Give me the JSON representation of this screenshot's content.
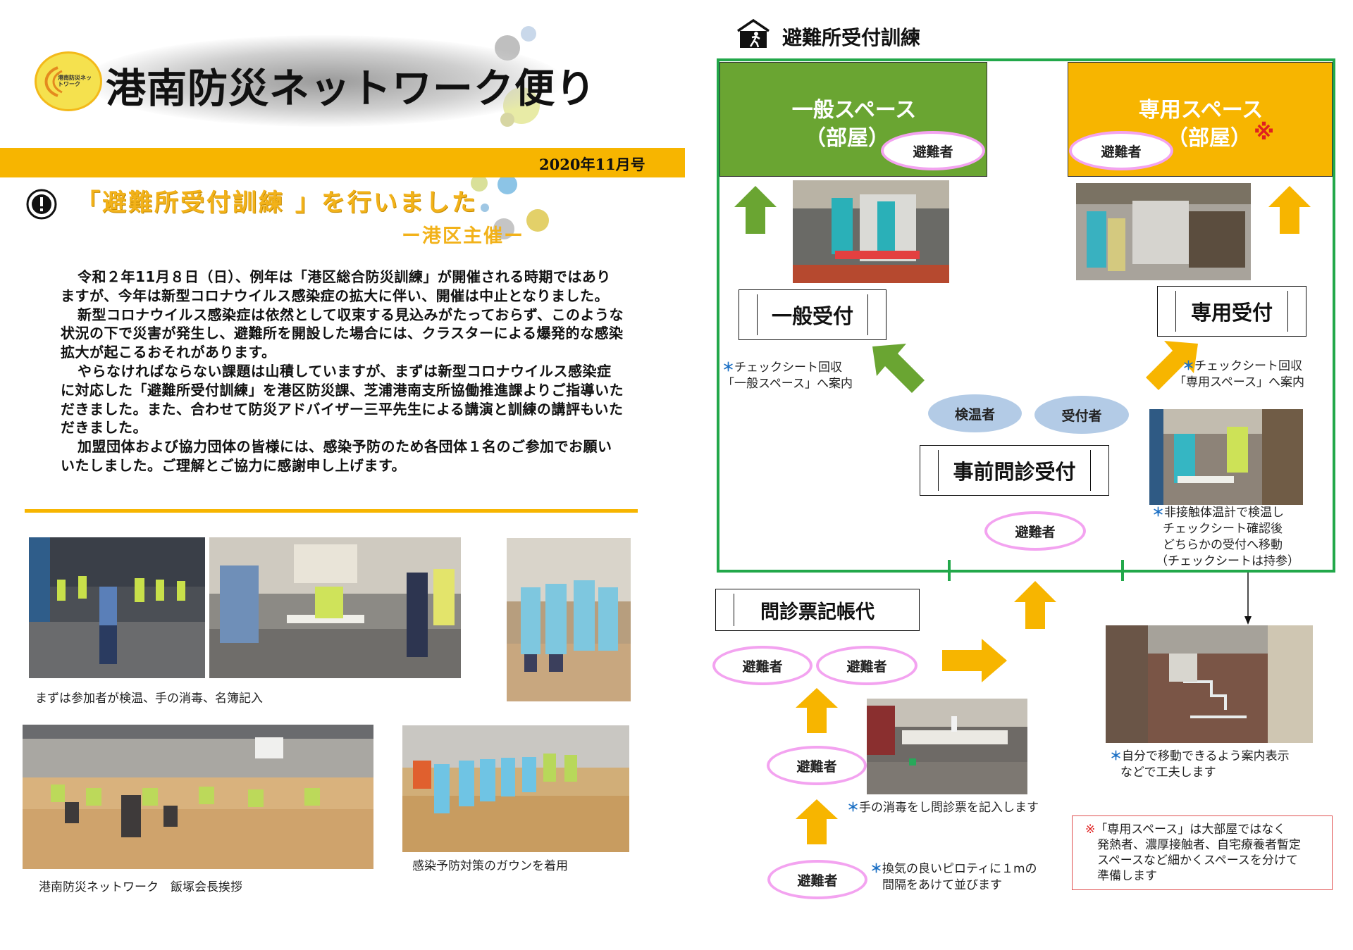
{
  "header": {
    "logo_text": "港南防災ネットワーク",
    "title": "港南防災ネットワーク便り",
    "issue": "2020年11月号"
  },
  "article": {
    "heading": "「避難所受付訓練 」を行いました",
    "subheading": "ー港区主催ー",
    "paragraphs": [
      "令和２年11月８日（日）、例年は「港区総合防災訓練」が開催される時期ではありますが、今年は新型コロナウイルス感染症の拡大に伴い、開催は中止となりました。",
      "新型コロナウイルス感染症は依然として収束する見込みがたっておらず、このような状況の下で災害が発生し、避難所を開設した場合には、クラスターによる爆発的な感染拡大が起こるおそれがあります。",
      "やらなければならない課題は山積していますが、まずは新型コロナウイルス感染症に対応した「避難所受付訓練」を港区防災課、芝浦港南支所協働推進課よりご指導いただきました。また、合わせて防災アドバイザー三平先生による講演と訓練の講評もいただきました。",
      "加盟団体および協力団体の皆様には、感染予防のため各団体１名のご参加でお願いいたしました。ご理解とご協力に感謝申し上げます。"
    ]
  },
  "photos_left": {
    "caption1": "まずは参加者が検温、手の消毒、名簿記入",
    "caption2": "港南防災ネットワーク　飯塚会長挨拶",
    "caption3": "感染予防対策のガウンを着用"
  },
  "diagram": {
    "title": "避難所受付訓練",
    "general_space": {
      "line1": "一般スペース",
      "line2": "（部屋）"
    },
    "special_space": {
      "line1": "専用スペース",
      "line2": "（部屋）",
      "mark": "※"
    },
    "evacuee": "避難者",
    "general_desk": "一般受付",
    "special_desk": "専用受付",
    "temp_staff": "検温者",
    "reception_staff": "受付者",
    "pre_interview": "事前問診受付",
    "proxy": "問診票記帳代",
    "note_general": [
      "チェックシート回収",
      "「一般スペース」へ案内"
    ],
    "note_special": [
      "チェックシート回収",
      "「専用スペース」へ案内"
    ],
    "note_temp": [
      "非接触体温計で検温し",
      "チェックシート確認後",
      "どちらかの受付へ移動",
      "（チェックシートは持参）"
    ],
    "note_guide": [
      "自分で移動できるよう案内表示",
      "などで工夫します"
    ],
    "note_disinfect": "手の消毒をし問診票を記入します",
    "note_line": [
      "換気の良いピロティに１mの",
      "間隔をあけて並びます"
    ],
    "note_box": [
      "「専用スペース」は大部屋ではなく",
      "発熱者、濃厚接触者、自宅療養者暫定",
      "スペースなど細かくスペースを分けて",
      "準備します"
    ],
    "note_box_mark": "※",
    "asterisk": "＊"
  },
  "colors": {
    "accent_yellow": "#f7b500",
    "green_space": "#6aa532",
    "border_green": "#22a84a",
    "pink": "#f3a3f0",
    "blue_oval": "#b3cbe6",
    "arrow_orange": "#f7b500",
    "arrow_green": "#6aa532"
  }
}
